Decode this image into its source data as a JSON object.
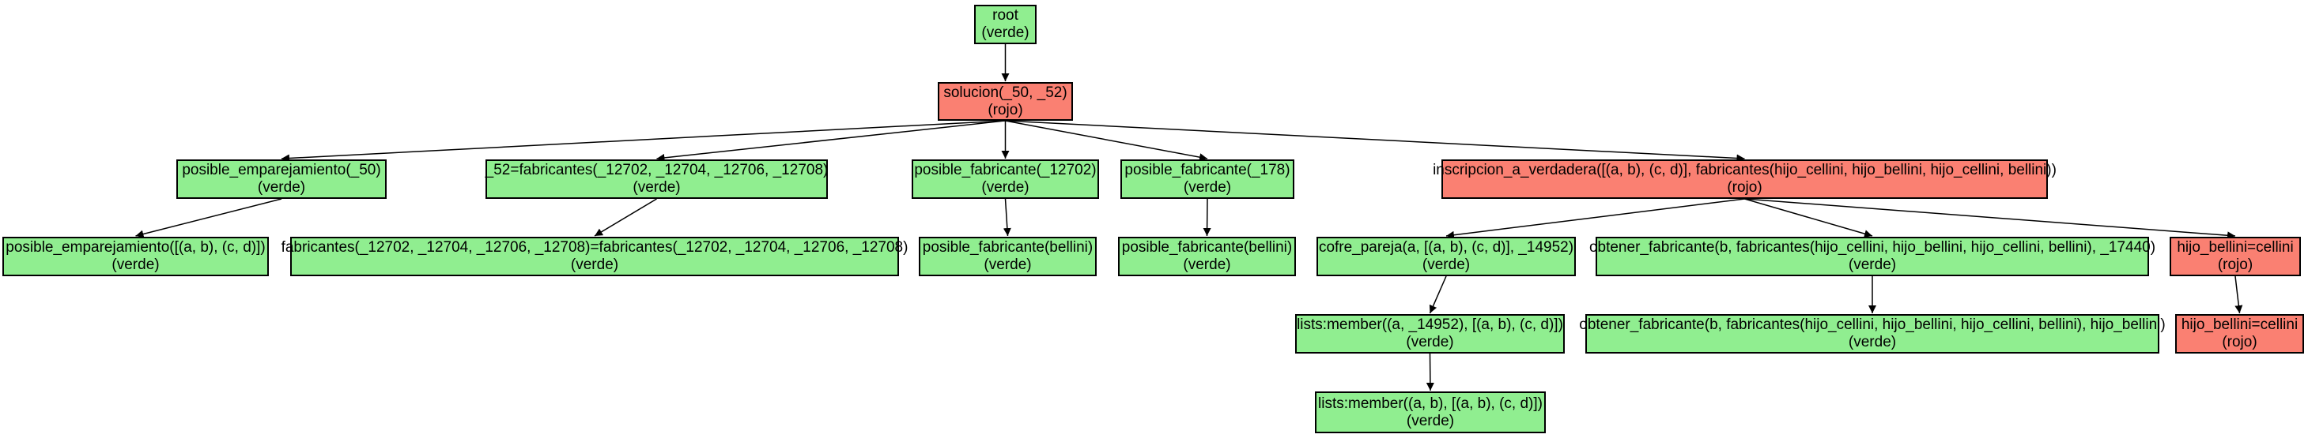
{
  "colors": {
    "verde": "#90ee90",
    "rojo": "#fa8072",
    "edge": "#000000"
  },
  "nodes": {
    "root": {
      "label": "root",
      "status": "(verde)",
      "color": "verde"
    },
    "solucion": {
      "label": "solucion(_50, _52)",
      "status": "(rojo)",
      "color": "rojo"
    },
    "pe50": {
      "label": "posible_emparejamiento(_50)",
      "status": "(verde)",
      "color": "verde"
    },
    "pe_list": {
      "label": "posible_emparejamiento([(a, b), (c, d)])",
      "status": "(verde)",
      "color": "verde"
    },
    "fab_eq": {
      "label": "_52=fabricantes(_12702, _12704, _12706, _12708)",
      "status": "(verde)",
      "color": "verde"
    },
    "fab_unif": {
      "label": "fabricantes(_12702, _12704, _12706, _12708)=fabricantes(_12702, _12704, _12706, _12708)",
      "status": "(verde)",
      "color": "verde"
    },
    "pf12702": {
      "label": "posible_fabricante(_12702)",
      "status": "(verde)",
      "color": "verde"
    },
    "pf_bellini1": {
      "label": "posible_fabricante(bellini)",
      "status": "(verde)",
      "color": "verde"
    },
    "pf178": {
      "label": "posible_fabricante(_178)",
      "status": "(verde)",
      "color": "verde"
    },
    "pf_bellini2": {
      "label": "posible_fabricante(bellini)",
      "status": "(verde)",
      "color": "verde"
    },
    "inscripcion": {
      "label": "inscripcion_a_verdadera([(a, b), (c, d)], fabricantes(hijo_cellini, hijo_bellini, hijo_cellini, bellini))",
      "status": "(rojo)",
      "color": "rojo"
    },
    "cofre": {
      "label": "cofre_pareja(a, [(a, b), (c, d)], _14952)",
      "status": "(verde)",
      "color": "verde"
    },
    "member1": {
      "label": "lists:member((a, _14952), [(a, b), (c, d)])",
      "status": "(verde)",
      "color": "verde"
    },
    "member2": {
      "label": "lists:member((a, b), [(a, b), (c, d)])",
      "status": "(verde)",
      "color": "verde"
    },
    "obtener1": {
      "label": "obtener_fabricante(b, fabricantes(hijo_cellini, hijo_bellini, hijo_cellini, bellini), _17440)",
      "status": "(verde)",
      "color": "verde"
    },
    "obtener2": {
      "label": "obtener_fabricante(b, fabricantes(hijo_cellini, hijo_bellini, hijo_cellini, bellini), hijo_bellini)",
      "status": "(verde)",
      "color": "verde"
    },
    "hb1": {
      "label": "hijo_bellini=cellini",
      "status": "(rojo)",
      "color": "rojo"
    },
    "hb2": {
      "label": "hijo_bellini=cellini",
      "status": "(rojo)",
      "color": "rojo"
    }
  },
  "edges": [
    [
      "root",
      "solucion"
    ],
    [
      "solucion",
      "pe50"
    ],
    [
      "solucion",
      "fab_eq"
    ],
    [
      "solucion",
      "pf12702"
    ],
    [
      "solucion",
      "pf178"
    ],
    [
      "solucion",
      "inscripcion"
    ],
    [
      "pe50",
      "pe_list"
    ],
    [
      "fab_eq",
      "fab_unif"
    ],
    [
      "pf12702",
      "pf_bellini1"
    ],
    [
      "pf178",
      "pf_bellini2"
    ],
    [
      "inscripcion",
      "cofre"
    ],
    [
      "inscripcion",
      "obtener1"
    ],
    [
      "inscripcion",
      "hb1"
    ],
    [
      "cofre",
      "member1"
    ],
    [
      "member1",
      "member2"
    ],
    [
      "obtener1",
      "obtener2"
    ],
    [
      "hb1",
      "hb2"
    ]
  ]
}
